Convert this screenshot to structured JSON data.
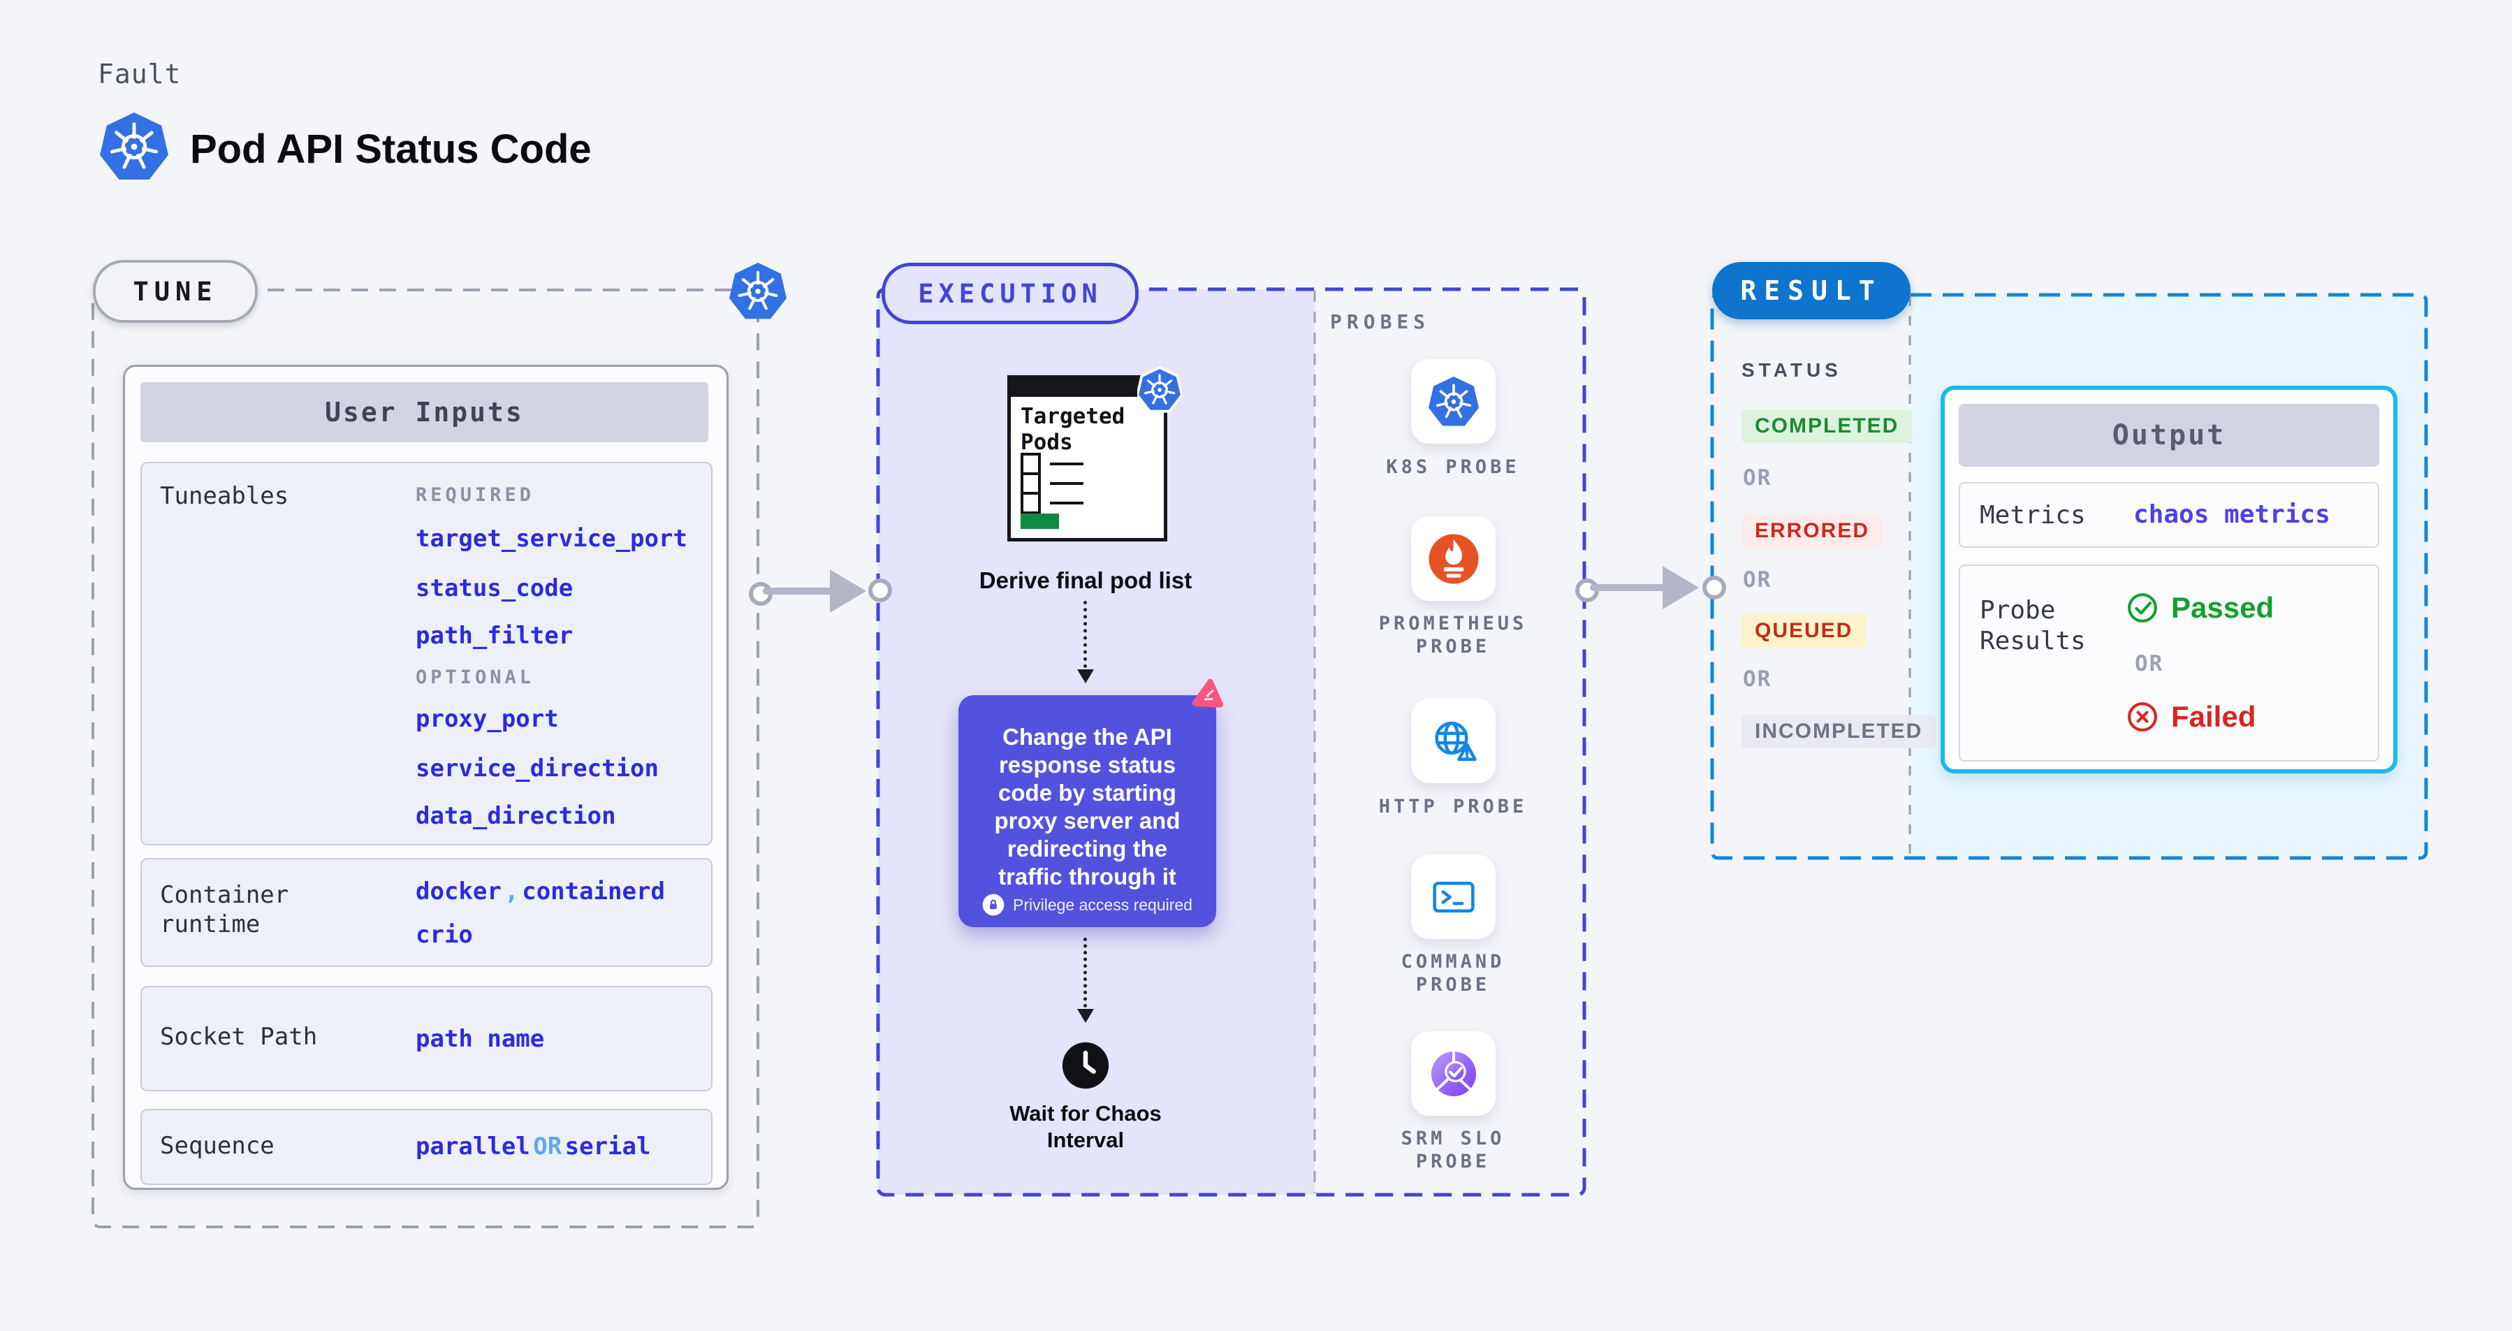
{
  "header": {
    "kicker": "Fault",
    "title": "Pod API Status Code"
  },
  "tune": {
    "pill": "TUNE",
    "card_title": "User Inputs",
    "tuneables": {
      "label": "Tuneables",
      "required_label": "REQUIRED",
      "required": [
        "target_service_port",
        "status_code",
        "path_filter"
      ],
      "optional_label": "OPTIONAL",
      "optional": [
        "proxy_port",
        "service_direction",
        "data_direction"
      ]
    },
    "container_runtime": {
      "label": "Container runtime",
      "value1": "docker",
      "comma": ",",
      "value2": "containerd",
      "value3": "crio"
    },
    "socket_path": {
      "label": "Socket Path",
      "value": "path name"
    },
    "sequence": {
      "label": "Sequence",
      "value1": "parallel",
      "or": "OR",
      "value2": "serial"
    }
  },
  "execution": {
    "pill": "EXECUTION",
    "targeted_pods_label": "Targeted Pods",
    "derive_label": "Derive final pod list",
    "action_text": "Change the API response status code by starting proxy server and redirecting the traffic through it",
    "privilege_note": "Privilege access required",
    "wait_label": "Wait for Chaos Interval"
  },
  "probes": {
    "title": "PROBES",
    "items": [
      {
        "label": "K8S PROBE",
        "icon": "kubernetes-icon"
      },
      {
        "label": "PROMETHEUS PROBE",
        "icon": "prometheus-icon"
      },
      {
        "label": "HTTP PROBE",
        "icon": "http-globe-warning-icon"
      },
      {
        "label": "COMMAND PROBE",
        "icon": "terminal-icon"
      },
      {
        "label": "SRM SLO PROBE",
        "icon": "slo-pie-check-icon"
      }
    ]
  },
  "result": {
    "pill": "RESULT",
    "status_label": "STATUS",
    "statuses": [
      "COMPLETED",
      "ERRORED",
      "QUEUED",
      "INCOMPLETED"
    ],
    "or_label": "OR",
    "output": {
      "title": "Output",
      "metrics_label": "Metrics",
      "metrics_value": "chaos metrics",
      "probe_results_label": "Probe Results",
      "passed_label": "Passed",
      "failed_label": "Failed"
    }
  },
  "colors": {
    "page_bg": "#f4f5f9",
    "execution_bg": "#e4e4fa",
    "execution_accent": "#4544d6",
    "result_bg": "#e9f6fd",
    "result_accent": "#1486d9",
    "result_pill": "#0e74cd",
    "action_box": "#5153de",
    "field_blue": "#2b2be0",
    "or_blue": "#5fa8f2",
    "passed_green": "#13a02c",
    "failed_red": "#da2420",
    "kubernetes_blue": "#3371e3",
    "prometheus_orange": "#e75225",
    "chaos_pink": "#f95580",
    "targeted_green": "#0e8a42"
  }
}
